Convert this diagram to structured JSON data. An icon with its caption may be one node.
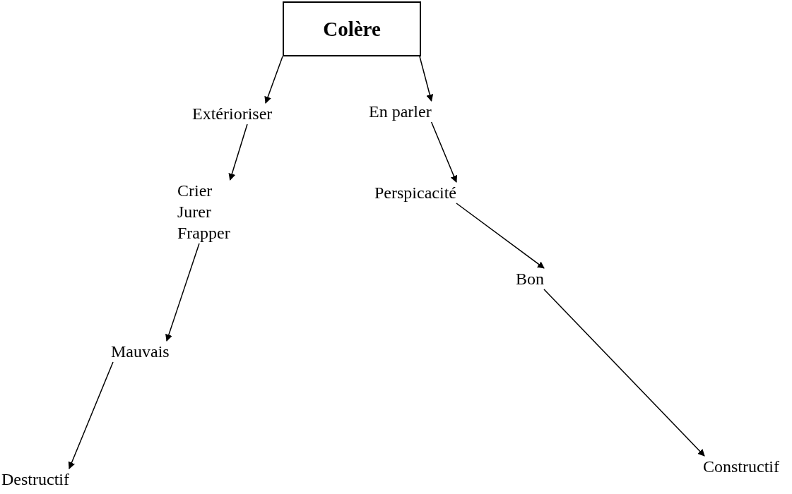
{
  "diagram": {
    "nodes": [
      {
        "text": [
          "Colère"
        ]
      },
      {
        "text": [
          "Extérioriser"
        ]
      },
      {
        "text": [
          "En parler"
        ]
      },
      {
        "text": [
          "Crier",
          "Jurer",
          "Frapper"
        ]
      },
      {
        "text": [
          "Perspicacité"
        ]
      },
      {
        "text": [
          "Mauvais"
        ]
      },
      {
        "text": [
          "Bon"
        ]
      },
      {
        "text": [
          "Destructif"
        ]
      },
      {
        "text": [
          "Constructif"
        ]
      }
    ],
    "edges": [
      {
        "from": 0,
        "to": 1,
        "arrow": "to"
      },
      {
        "from": 0,
        "to": 2,
        "arrow": "to"
      },
      {
        "from": 1,
        "to": 3,
        "arrow": "to"
      },
      {
        "from": 2,
        "to": 4,
        "arrow": "to"
      },
      {
        "from": 3,
        "to": 5,
        "arrow": "to"
      },
      {
        "from": 4,
        "to": 6,
        "arrow": "to"
      },
      {
        "from": 5,
        "to": 7,
        "arrow": "to"
      },
      {
        "from": 6,
        "to": 8,
        "arrow": "to"
      }
    ]
  }
}
